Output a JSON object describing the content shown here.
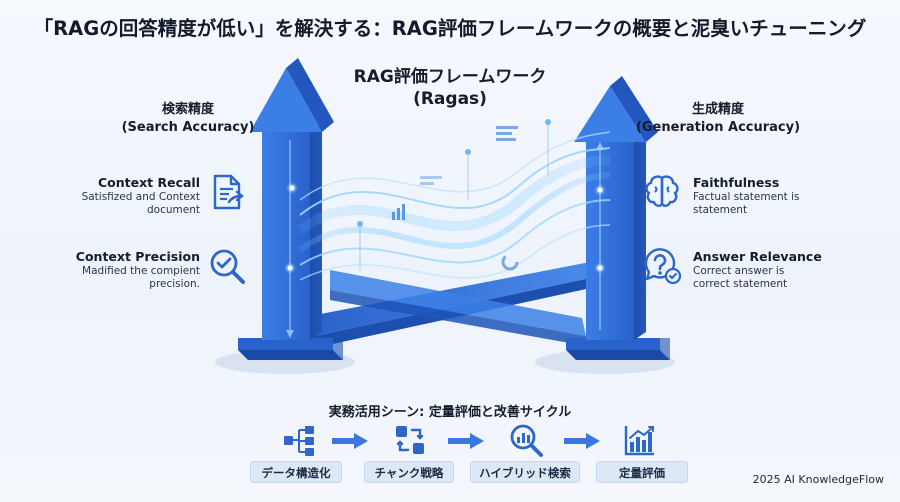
{
  "title": "「RAGの回答精度が低い」を解決する：RAG評価フレームワークの概要と泥臭いチューニング",
  "framework": {
    "name": "RAG評価フレームワーク",
    "subname": "(Ragas)"
  },
  "left": {
    "heading": "検索精度",
    "heading_en": "(Search Accuracy)",
    "metrics": [
      {
        "name": "Context Recall",
        "desc": [
          "Satisfized and Context",
          "document"
        ],
        "icon": "document-arrow-icon"
      },
      {
        "name": "Context Precision",
        "desc": [
          "Madified the compient",
          "precision."
        ],
        "icon": "magnifier-check-icon"
      }
    ]
  },
  "right": {
    "heading": "生成精度",
    "heading_en": "(Generation Accuracy)",
    "metrics": [
      {
        "name": "Faithfulness",
        "desc": [
          "Factual statement is",
          "statement"
        ],
        "icon": "brain-icon"
      },
      {
        "name": "Answer Relevance",
        "desc": [
          "Correct answer is",
          "correct statement"
        ],
        "icon": "question-check-icon"
      }
    ]
  },
  "workflow": {
    "title": "実務活用シーン: 定量評価と改善サイクル",
    "steps": [
      {
        "label": "データ構造化",
        "icon": "hierarchy-icon"
      },
      {
        "label": "チャンク戦略",
        "icon": "chunk-cycle-icon"
      },
      {
        "label": "ハイブリッド検索",
        "icon": "search-chart-icon"
      },
      {
        "label": "定量評価",
        "icon": "bar-chart-icon"
      }
    ]
  },
  "colors": {
    "arrow_blue": "#2f6fdc",
    "arrow_dark": "#1f54b8",
    "glow": "#5fb6ff",
    "icon_blue": "#2d67c9"
  },
  "footer": "2025 AI KnowledgeFlow"
}
